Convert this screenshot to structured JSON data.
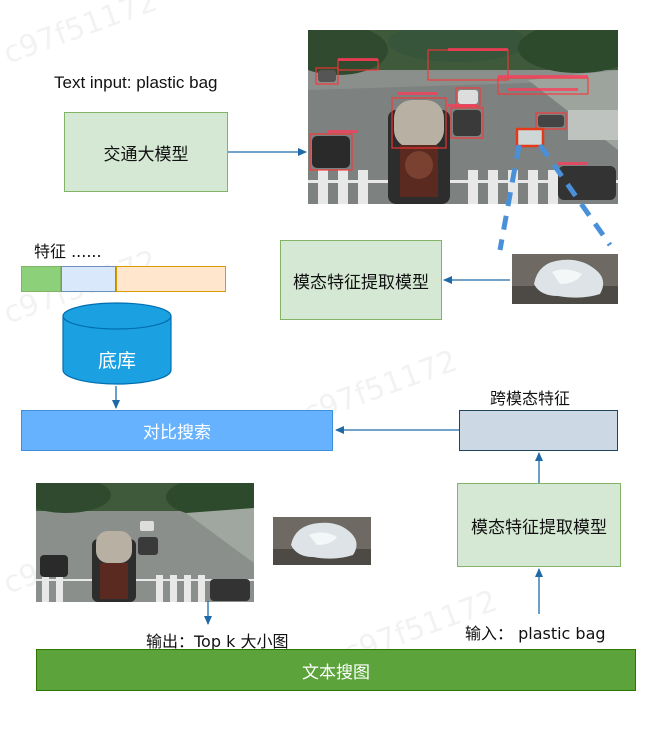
{
  "text_input_label": "Text input: plastic bag",
  "traffic_model": "交通大模型",
  "feature_label": "特征 ......",
  "modal_extract_top": "模态特征提取模型",
  "database": "底库",
  "compare_search": "对比搜索",
  "cross_modal_label": "跨模态特征",
  "modal_extract_bottom": "模态特征提取模型",
  "output_label": "输出：Top k 大小图",
  "input_label": "输入：  plastic bag",
  "text_search_bar": "文本搜图",
  "watermark": "c97f51172",
  "colors": {
    "green_box_fill": "#d5e8d4",
    "green_box_border": "#82b366",
    "search_bar_fill": "#5ba33a",
    "compare_fill": "#66b2ff",
    "cross_modal_fill": "#ccd8e3",
    "database_fill": "#1ba1e2",
    "feature_seg_green": "#8cd07a",
    "feature_seg_blue": "#dae8fc",
    "feature_seg_orange": "#ffe6cc",
    "arrow": "#1e6aa8",
    "detection_red": "#ff3333"
  },
  "icons": [
    "arrow-icon",
    "database-cylinder-icon",
    "dashed-zoom-line-icon"
  ]
}
